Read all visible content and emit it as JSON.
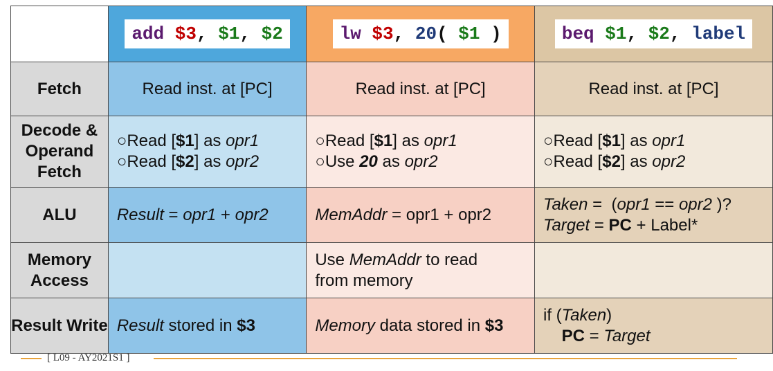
{
  "columns": [
    {
      "tokens": [
        {
          "t": "add",
          "c": "kw"
        },
        {
          "t": " "
        },
        {
          "t": "$3",
          "c": "reg3"
        },
        {
          "t": ", "
        },
        {
          "t": "$1",
          "c": "regg"
        },
        {
          "t": ", "
        },
        {
          "t": "$2",
          "c": "regg"
        }
      ]
    },
    {
      "tokens": [
        {
          "t": "lw",
          "c": "kw"
        },
        {
          "t": " "
        },
        {
          "t": "$3",
          "c": "reg3"
        },
        {
          "t": ", "
        },
        {
          "t": "20",
          "c": "num"
        },
        {
          "t": "( "
        },
        {
          "t": "$1",
          "c": "regg"
        },
        {
          "t": " )"
        }
      ]
    },
    {
      "tokens": [
        {
          "t": "beq",
          "c": "kw"
        },
        {
          "t": " "
        },
        {
          "t": "$1",
          "c": "regg"
        },
        {
          "t": ", "
        },
        {
          "t": "$2",
          "c": "regg"
        },
        {
          "t": ", "
        },
        {
          "t": "label",
          "c": "lbl"
        }
      ]
    }
  ],
  "rows": [
    {
      "label": "Fetch",
      "height": 78,
      "cells": [
        {
          "center": true,
          "lines": [
            [
              {
                "t": "Read inst. at [PC]"
              }
            ]
          ]
        },
        {
          "center": true,
          "lines": [
            [
              {
                "t": "Read inst. at [PC]"
              }
            ]
          ]
        },
        {
          "center": true,
          "lines": [
            [
              {
                "t": "Read inst. at [PC]"
              }
            ]
          ]
        }
      ]
    },
    {
      "label": "Decode & Operand Fetch",
      "height": 103,
      "cells": [
        {
          "lines": [
            [
              {
                "t": "○Read ["
              },
              {
                "t": "$1",
                "s": "b"
              },
              {
                "t": "] as "
              },
              {
                "t": "opr1",
                "s": "i"
              }
            ],
            [
              {
                "t": "○Read ["
              },
              {
                "t": "$2",
                "s": "b"
              },
              {
                "t": "] as "
              },
              {
                "t": "opr2",
                "s": "i"
              }
            ]
          ]
        },
        {
          "lines": [
            [
              {
                "t": "○Read ["
              },
              {
                "t": "$1",
                "s": "b"
              },
              {
                "t": "] as "
              },
              {
                "t": "opr1",
                "s": "i"
              }
            ],
            [
              {
                "t": "○Use "
              },
              {
                "t": "20",
                "s": "bi"
              },
              {
                "t": " as "
              },
              {
                "t": "opr2",
                "s": "i"
              }
            ]
          ]
        },
        {
          "lines": [
            [
              {
                "t": "○Read ["
              },
              {
                "t": "$1",
                "s": "b"
              },
              {
                "t": "] as "
              },
              {
                "t": "opr1",
                "s": "i"
              }
            ],
            [
              {
                "t": "○Read ["
              },
              {
                "t": "$2",
                "s": "b"
              },
              {
                "t": "] as "
              },
              {
                "t": "opr2",
                "s": "i"
              }
            ]
          ]
        }
      ]
    },
    {
      "label": "ALU",
      "height": 80,
      "cells": [
        {
          "lines": [
            [
              {
                "t": "Result",
                "s": "i"
              },
              {
                "t": " = "
              },
              {
                "t": "opr1",
                "s": "i"
              },
              {
                "t": " + "
              },
              {
                "t": "opr2",
                "s": "i"
              }
            ]
          ]
        },
        {
          "lines": [
            [
              {
                "t": "MemAddr",
                "s": "i"
              },
              {
                "t": " = opr1 + opr2"
              }
            ]
          ]
        },
        {
          "lines": [
            [
              {
                "t": "Taken",
                "s": "i"
              },
              {
                "t": " =  ("
              },
              {
                "t": "opr1",
                "s": "i"
              },
              {
                "t": " == "
              },
              {
                "t": "opr2",
                "s": "i"
              },
              {
                "t": " )?"
              }
            ],
            [
              {
                "t": "Target",
                "s": "i"
              },
              {
                "t": " = "
              },
              {
                "t": "PC",
                "s": "b"
              },
              {
                "t": " + Label*"
              }
            ]
          ]
        }
      ]
    },
    {
      "label": "Memory Access",
      "height": 80,
      "cells": [
        {
          "lines": []
        },
        {
          "lines": [
            [
              {
                "t": "Use "
              },
              {
                "t": "MemAddr",
                "s": "i"
              },
              {
                "t": " to read"
              }
            ],
            [
              {
                "t": "from memory"
              }
            ]
          ]
        },
        {
          "lines": []
        }
      ]
    },
    {
      "label": "Result Write",
      "height": 80,
      "cells": [
        {
          "lines": [
            [
              {
                "t": "Result",
                "s": "i"
              },
              {
                "t": " stored in "
              },
              {
                "t": "$3",
                "s": "b"
              }
            ]
          ]
        },
        {
          "lines": [
            [
              {
                "t": "Memory",
                "s": "i"
              },
              {
                "t": " data stored in "
              },
              {
                "t": "$3",
                "s": "b"
              }
            ]
          ]
        },
        {
          "lines": [
            [
              {
                "t": "if ("
              },
              {
                "t": "Taken",
                "s": "i"
              },
              {
                "t": ")"
              }
            ],
            [
              {
                "t": "    "
              },
              {
                "t": "PC",
                "s": "b"
              },
              {
                "t": " = "
              },
              {
                "t": "Target",
                "s": "i"
              }
            ]
          ]
        }
      ]
    }
  ],
  "footer": "[ L09 - AY2021S1 ]"
}
